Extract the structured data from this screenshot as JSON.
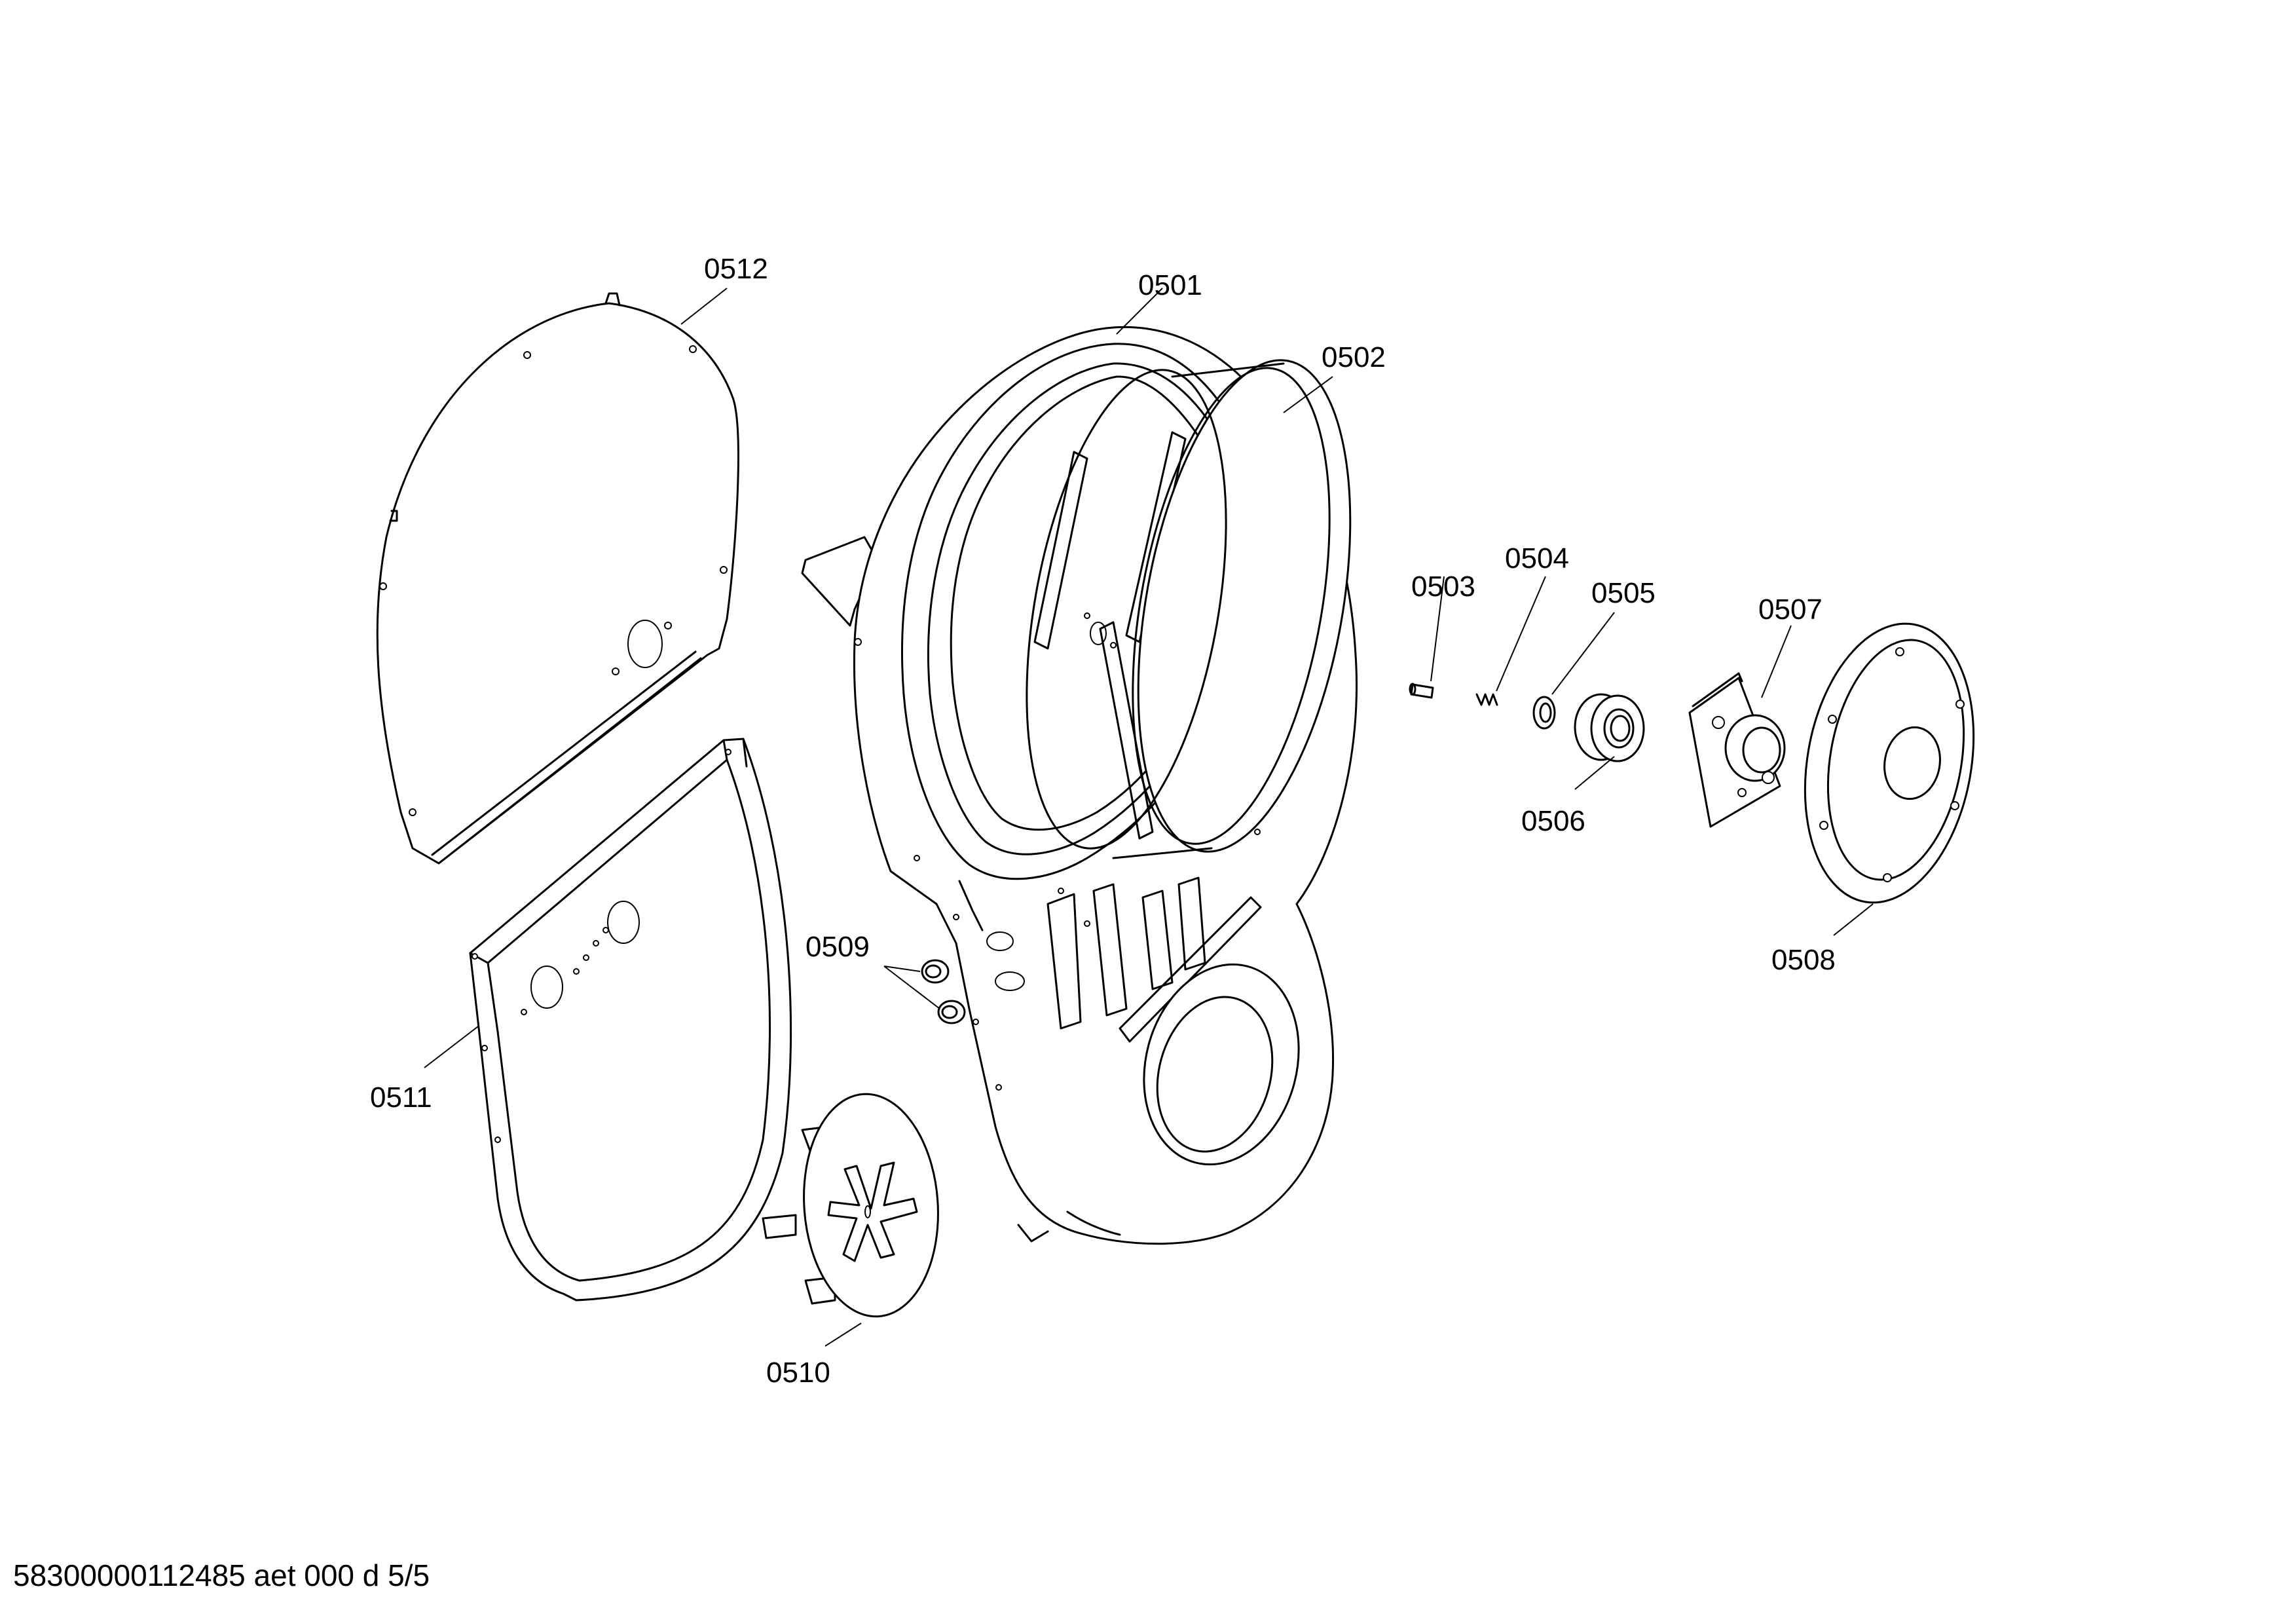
{
  "diagram": {
    "part_labels": [
      "0501",
      "0502",
      "0503",
      "0504",
      "0505",
      "0506",
      "0507",
      "0508",
      "0509",
      "0510",
      "0511",
      "0512"
    ]
  },
  "footer": {
    "text": "58300000112485 aet 000 d 5/5"
  }
}
